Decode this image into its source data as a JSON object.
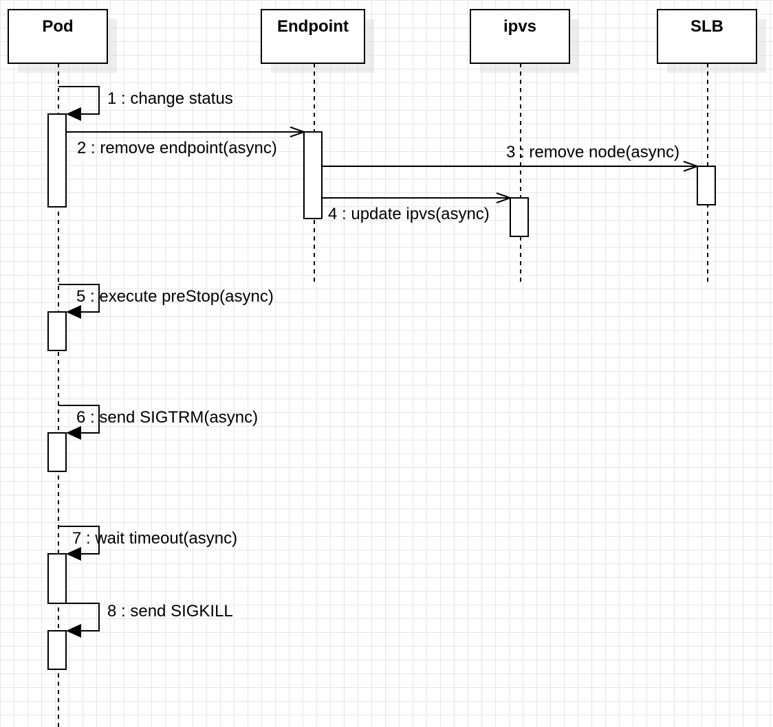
{
  "participants": [
    {
      "id": "pod",
      "name": "Pod"
    },
    {
      "id": "endpoint",
      "name": "Endpoint"
    },
    {
      "id": "ipvs",
      "name": "ipvs"
    },
    {
      "id": "slb",
      "name": "SLB"
    }
  ],
  "messages": [
    {
      "label": "1 : change status",
      "from": "pod",
      "to": "pod",
      "kind": "self"
    },
    {
      "label": "2 : remove endpoint(async)",
      "from": "pod",
      "to": "endpoint",
      "kind": "async"
    },
    {
      "label": "3 : remove node(async)",
      "from": "endpoint",
      "to": "slb",
      "kind": "async"
    },
    {
      "label": "4 : update ipvs(async)",
      "from": "endpoint",
      "to": "ipvs",
      "kind": "async"
    },
    {
      "label": "5 : execute preStop(async)",
      "from": "pod",
      "to": "pod",
      "kind": "self"
    },
    {
      "label": "6 : send SIGTRM(async)",
      "from": "pod",
      "to": "pod",
      "kind": "self"
    },
    {
      "label": "7 : wait timeout(async)",
      "from": "pod",
      "to": "pod",
      "kind": "self"
    },
    {
      "label": "8 : send SIGKILL",
      "from": "pod",
      "to": "pod",
      "kind": "self"
    }
  ]
}
